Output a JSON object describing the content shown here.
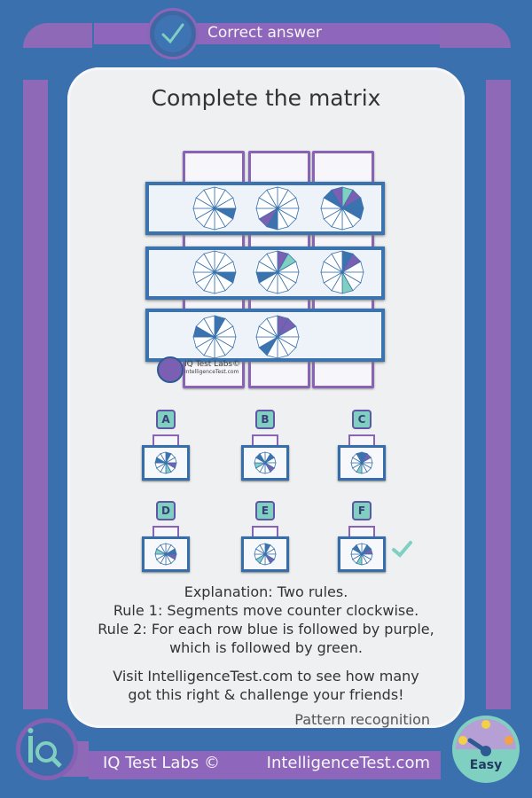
{
  "banner": {
    "correct_label": "Correct answer"
  },
  "card": {
    "title": "Complete the matrix"
  },
  "matrix_logo": {
    "text1": "IQ Test Labs©",
    "text2": "IntelligenceTest.com"
  },
  "options": [
    {
      "label": "A"
    },
    {
      "label": "B"
    },
    {
      "label": "C"
    },
    {
      "label": "D"
    },
    {
      "label": "E"
    },
    {
      "label": "F"
    }
  ],
  "explanation": {
    "lines": [
      "Explanation: Two rules.",
      "Rule 1: Segments move counter clockwise.",
      "Rule 2: For each row blue is followed by purple,",
      "which is followed by green."
    ]
  },
  "visit": {
    "lines": [
      "Visit IntelligenceTest.com to see how many",
      "got this right & challenge your friends!"
    ]
  },
  "category": "Pattern recognition",
  "footer": {
    "brand": "IQ Test Labs ©",
    "site": "IntelligenceTest.com"
  },
  "difficulty": {
    "label": "Easy"
  },
  "colors": {
    "blue": "#3a73ad",
    "purple": "#7b5fb2",
    "green": "#7fd0c0",
    "frame": "#3f72ad"
  },
  "icons": {
    "check": "check-icon",
    "logo": "magnifier-logo-icon",
    "gauge": "difficulty-gauge-icon"
  }
}
